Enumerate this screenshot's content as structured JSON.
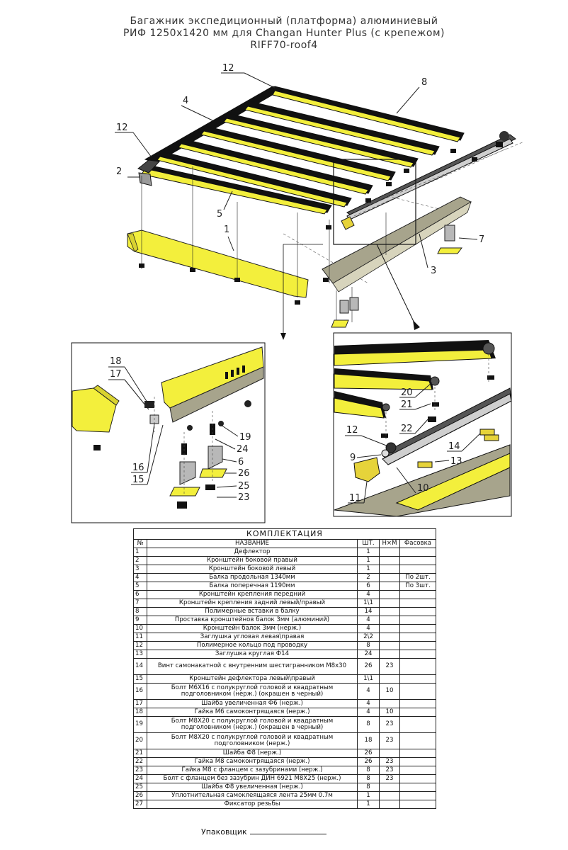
{
  "title": {
    "line1": "Багажник экспедиционный (платформа) алюминиевый",
    "line2": "РИФ 1250х1420 мм для Changan Hunter Plus (с крепежом)",
    "line3": "RIFF70-roof4"
  },
  "callouts_main": [
    "12",
    "8",
    "4",
    "12",
    "2",
    "5",
    "1",
    "7",
    "3"
  ],
  "callouts_left": [
    "18",
    "17",
    "16",
    "15",
    "19",
    "24",
    "6",
    "26",
    "25",
    "23"
  ],
  "callouts_right": [
    "20",
    "21",
    "22",
    "12",
    "9",
    "14",
    "13",
    "10",
    "11"
  ],
  "table": {
    "caption": "КОМПЛЕКТАЦИЯ",
    "headers": {
      "num": "№",
      "name": "НАЗВАНИЕ",
      "qty": "ШТ.",
      "key": "Н×М",
      "pack": "Фасовка"
    },
    "rows": [
      {
        "n": "1",
        "name": "Дефлектор",
        "qty": "1",
        "key": "",
        "pack": ""
      },
      {
        "n": "2",
        "name": "Кронштейн боковой правый",
        "qty": "1",
        "key": "",
        "pack": ""
      },
      {
        "n": "3",
        "name": "Кронштейн боковой левый",
        "qty": "1",
        "key": "",
        "pack": ""
      },
      {
        "n": "4",
        "name": "Балка продольная 1340мм",
        "qty": "2",
        "key": "",
        "pack": "По 2шт."
      },
      {
        "n": "5",
        "name": "Балка поперечная 1190мм",
        "qty": "6",
        "key": "",
        "pack": "По 3шт."
      },
      {
        "n": "6",
        "name": "Кронштейн крепления передний",
        "qty": "4",
        "key": "",
        "pack": ""
      },
      {
        "n": "7",
        "name": "Кронштейн крепления задний левый/правый",
        "qty": "1\\1",
        "key": "",
        "pack": ""
      },
      {
        "n": "8",
        "name": "Полимерные вставки в балку",
        "qty": "14",
        "key": "",
        "pack": ""
      },
      {
        "n": "9",
        "name": "Проставка кронштейнов балок 3мм (алюминий)",
        "qty": "4",
        "key": "",
        "pack": ""
      },
      {
        "n": "10",
        "name": "Кронштейн балок 3мм (нерж.)",
        "qty": "4",
        "key": "",
        "pack": ""
      },
      {
        "n": "11",
        "name": "Заглушка угловая левая\\правая",
        "qty": "2\\2",
        "key": "",
        "pack": ""
      },
      {
        "n": "12",
        "name": "Полимерное кольцо под проводку",
        "qty": "8",
        "key": "",
        "pack": ""
      },
      {
        "n": "13",
        "name": "Заглушка круглая Ф14",
        "qty": "24",
        "key": "",
        "pack": ""
      },
      {
        "n": "14",
        "name": "Винт самонакатной с внутренним шестигранником М8х30",
        "qty": "26",
        "key": "23",
        "pack": ""
      },
      {
        "n": "15",
        "name": "Кронштейн дефлектора левый\\правый",
        "qty": "1\\1",
        "key": "",
        "pack": ""
      },
      {
        "n": "16",
        "name": "Болт М6Х16 с полукруглой головой и квадратным подголовником (нерж.)  (окрашен в черный)",
        "qty": "4",
        "key": "10",
        "pack": ""
      },
      {
        "n": "17",
        "name": "Шайба увеличенная Ф6 (нерж.)",
        "qty": "4",
        "key": "",
        "pack": ""
      },
      {
        "n": "18",
        "name": "Гайка М6 самоконтрящаяся (нерж.)",
        "qty": "4",
        "key": "10",
        "pack": ""
      },
      {
        "n": "19",
        "name": "Болт М8Х20 с полукруглой головой и квадратным подголовником (нерж.)  (окрашен в черный)",
        "qty": "8",
        "key": "23",
        "pack": ""
      },
      {
        "n": "20",
        "name": "Болт М8Х20 с полукруглой головой и квадратным подголовником (нерж.)",
        "qty": "18",
        "key": "23",
        "pack": ""
      },
      {
        "n": "21",
        "name": "Шайба Ф8 (нерж.)",
        "qty": "26",
        "key": "",
        "pack": ""
      },
      {
        "n": "22",
        "name": "Гайка М8 самоконтрящаяся (нерж.)",
        "qty": "26",
        "key": "23",
        "pack": ""
      },
      {
        "n": "23",
        "name": "Гайка М8 с фланцем с зазубринами (нерж.)",
        "qty": "8",
        "key": "23",
        "pack": ""
      },
      {
        "n": "24",
        "name": "Болт с фланцем без зазубрин ДИН 6921 М8Х25 (нерж.)",
        "qty": "8",
        "key": "23",
        "pack": ""
      },
      {
        "n": "25",
        "name": "Шайба Ф8 увеличенная (нерж.)",
        "qty": "8",
        "key": "",
        "pack": ""
      },
      {
        "n": "26",
        "name": "Уплотнительная самоклеящаяся лента 25мм 0.7м",
        "qty": "1",
        "key": "",
        "pack": ""
      },
      {
        "n": "27",
        "name": "Фиксатор резьбы",
        "qty": "1",
        "key": "",
        "pack": ""
      }
    ]
  },
  "packer_label": "Упаковщик",
  "colors": {
    "yellow": "#f3ef3c",
    "black": "#111111",
    "grey": "#a7a48c",
    "frame": "#222222"
  }
}
